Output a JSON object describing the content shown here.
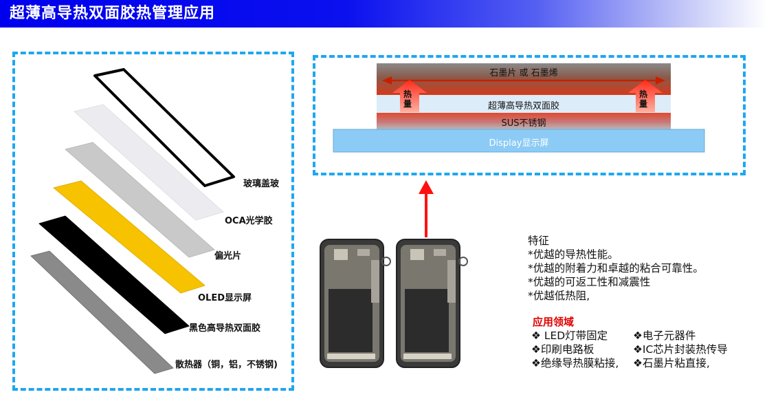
{
  "header": {
    "title": "超薄高导热双面胶热管理应用"
  },
  "exploded_view": {
    "layers": [
      {
        "label": "玻璃盖玻",
        "color": "#ffffff"
      },
      {
        "label": "OCA光学胶",
        "color": "#ececf0"
      },
      {
        "label": "偏光片",
        "color": "#c9c9c9"
      },
      {
        "label": "OLED显示屏",
        "color": "#f7c200"
      },
      {
        "label": "黑色高导热双面胶",
        "color": "#000000"
      },
      {
        "label": "散热器（铜，铝，不锈钢)",
        "color": "#8a8a8a"
      }
    ]
  },
  "stack_diagram": {
    "top_layer": "石墨片 或 石墨烯",
    "tape_layer": "超薄高导热双面胶",
    "sus_layer": "SUS不锈钢",
    "display_layer": "Display显示屏",
    "heat_label": "热\n量"
  },
  "features": {
    "title": "特征",
    "items": [
      "*优越的导热性能。",
      "*优越的附着力和卓越的粘合可靠性。",
      "*优越的可返工性和减震性",
      "*优越低热阻,"
    ]
  },
  "applications": {
    "title": "应用领域",
    "rows": [
      [
        "❖ LED灯带固定",
        "❖电子元器件"
      ],
      [
        "❖印刷电路板",
        "❖IC芯片封装热传导"
      ],
      [
        "❖绝缘导热膜粘接,",
        "❖石墨片粘直接,"
      ]
    ]
  },
  "colors": {
    "accent_blue": "#0000ee",
    "dash_blue": "#1ea7f0",
    "heat_red": "#e00000"
  }
}
